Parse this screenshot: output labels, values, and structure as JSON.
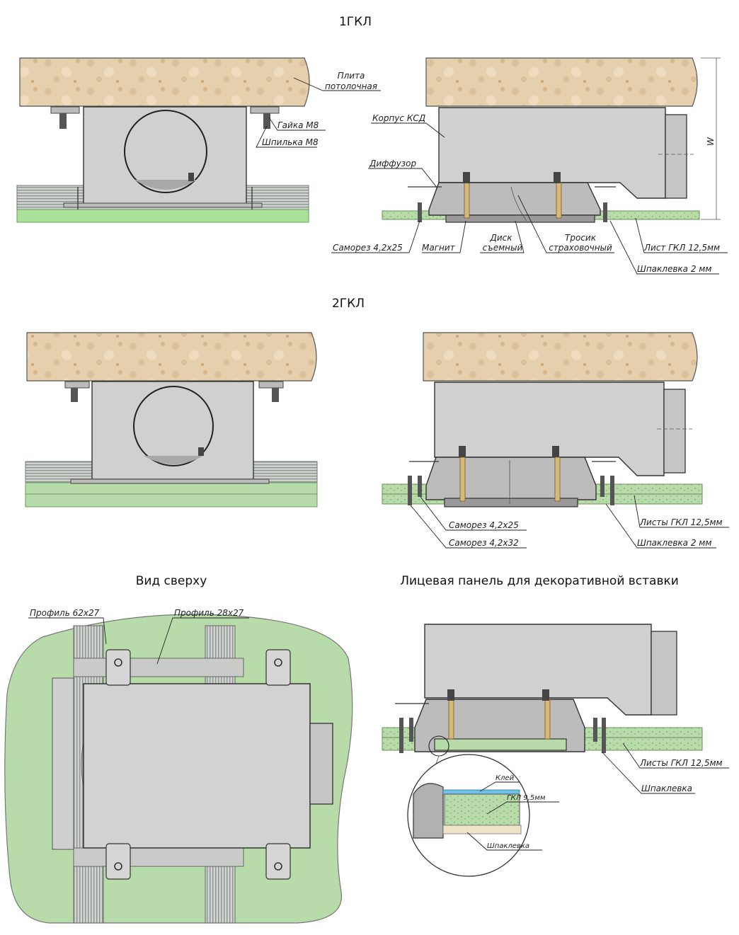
{
  "headings": {
    "gkl1": "1ГКЛ",
    "gkl2": "2ГКЛ",
    "top_view": "Вид сверху",
    "face_panel": "Лицевая панель для декоративной вставки"
  },
  "labels": {
    "slab_line1": "Плита",
    "slab_line2": "потолочная",
    "nut": "Гайка М8",
    "stud": "Шпилька М8",
    "housing": "Корпус КСД",
    "diffuser": "Диффузор",
    "screw_25": "Саморез 4,2х25",
    "screw_32": "Саморез 4,2х32",
    "magnet": "Магнит",
    "disc_line1": "Диск",
    "disc_line2": "съемный",
    "cable_line1": "Тросик",
    "cable_line2": "страховочный",
    "sheet_gkl": "Лист ГКЛ 12,5мм",
    "sheets_gkl": "Листы ГКЛ 12,5мм",
    "putty_2mm": "Шпаклевка 2 мм",
    "putty": "Шпаклевка",
    "glue": "Клей",
    "gkl_95": "ГКЛ 9,5мм",
    "dim_w": "W",
    "profile_62": "Профиль 62х27",
    "profile_28": "Профиль 28х27"
  },
  "colors": {
    "slab": "#e6cfad",
    "metal": "#d0d0d0",
    "metal_dark": "#a8a8a8",
    "gkl_green": "#b8dca9",
    "gkl_bright": "#a9e09a",
    "stud_gold": "#d8b878"
  }
}
